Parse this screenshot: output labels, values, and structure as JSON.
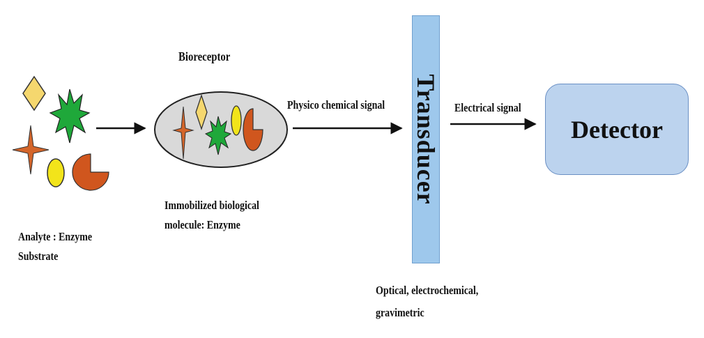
{
  "labels": {
    "bioreceptor": "Bioreceptor",
    "physico_signal": "Physico chemical signal",
    "electrical_signal": "Electrical signal",
    "analyte_line1": "Analyte : Enzyme",
    "analyte_line2": "Substrate",
    "immobilized_line1": "Immobilized biological",
    "immobilized_line2": "molecule: Enzyme",
    "transducer_types_line1": "Optical, electrochemical,",
    "transducer_types_line2": "gravimetric",
    "transducer": "Transducer",
    "detector": "Detector"
  },
  "colors": {
    "diamond": "#f5d76e",
    "star_burst": "#1fa83a",
    "four_point_star": "#d4652a",
    "ellipse": "#f2e41a",
    "pacman": "#d0561e",
    "bioreceptor_fill": "#d9d9d9",
    "transducer_fill": "#9ec8ec",
    "detector_fill": "#bcd3ee"
  }
}
